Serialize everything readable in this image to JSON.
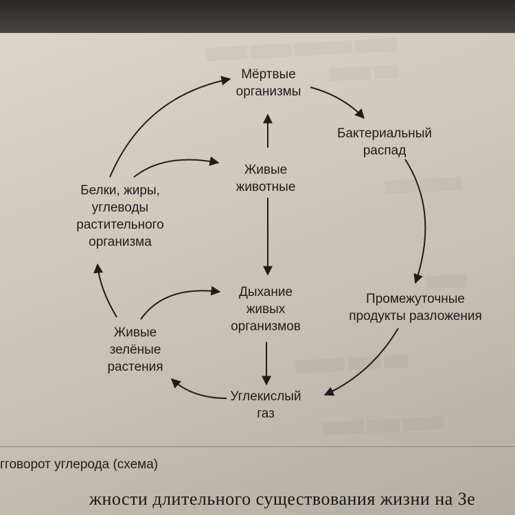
{
  "diagram": {
    "nodes": {
      "dead": {
        "lines": [
          "Мёртвые",
          "организмы"
        ]
      },
      "bacterial": {
        "lines": [
          "Бактериальный",
          "распад"
        ]
      },
      "animals": {
        "lines": [
          "Живые",
          "животные"
        ]
      },
      "proteins": {
        "lines": [
          "Белки, жиры,",
          "углеводы",
          "растительного",
          "организма"
        ]
      },
      "breathing": {
        "lines": [
          "Дыхание",
          "живых",
          "организмов"
        ]
      },
      "intermediate": {
        "lines": [
          "Промежуточные",
          "продукты разложения"
        ]
      },
      "plants": {
        "lines": [
          "Живые",
          "зелёные",
          "растения"
        ]
      },
      "co2": {
        "lines": [
          "Углекислый",
          "газ"
        ]
      }
    },
    "caption": "гговорот углерода (схема)",
    "body_text": "жности длительного существования жизни на Зе"
  }
}
